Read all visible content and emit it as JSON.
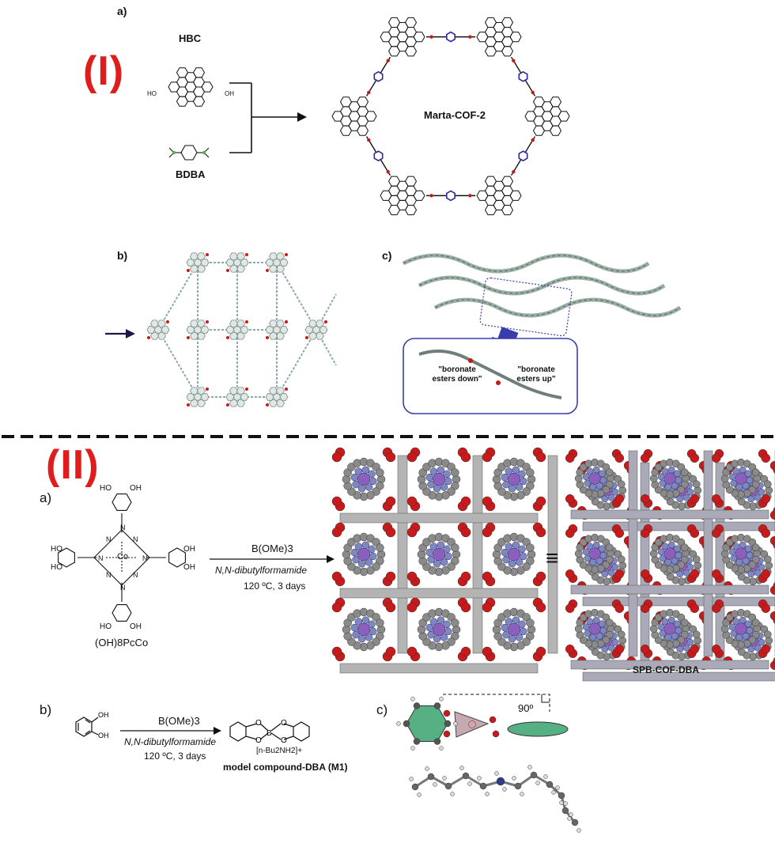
{
  "section1": {
    "marker": "(I)",
    "panel_a": {
      "label": "a)",
      "hbc_label": "HBC",
      "bdba_label": "BDBA",
      "cof_label": "Marta-COF-2",
      "oh": "HO",
      "oh2": "OH"
    },
    "panel_b": {
      "label": "b)"
    },
    "panel_c": {
      "label": "c)",
      "callout_down_1": "\"boronate",
      "callout_down_2": "esters down\"",
      "callout_up_1": "\"boronate",
      "callout_up_2": "esters up\""
    }
  },
  "section2": {
    "marker": "(II)",
    "panel_a": {
      "label": "a)",
      "reagent": "B(OMe)3",
      "solvent": "N,N-dibutylformamide",
      "conditions": "120 ºC, 3 days",
      "reactant": "(OH)8PcCo",
      "product": "SPB-COF-DBA",
      "equiv": "≡",
      "co": "Co"
    },
    "panel_b": {
      "label": "b)",
      "reagent": "B(OMe)3",
      "solvent": "N,N-dibutylformamide",
      "conditions": "120 ºC, 3 days",
      "counterion": "[n-Bu2NH2]+",
      "product": "model compound-DBA (M1)"
    },
    "panel_c": {
      "label": "c)",
      "angle": "90º"
    }
  },
  "colors": {
    "red_mark": "#e01d1d",
    "oxygen": "#c8191b",
    "carbon": "#8a8a8a",
    "nitrogen": "#7d86c8",
    "cobalt": "#8a5fc0",
    "bond_blue": "#2a2a9a",
    "green_ring": "#57b083"
  }
}
